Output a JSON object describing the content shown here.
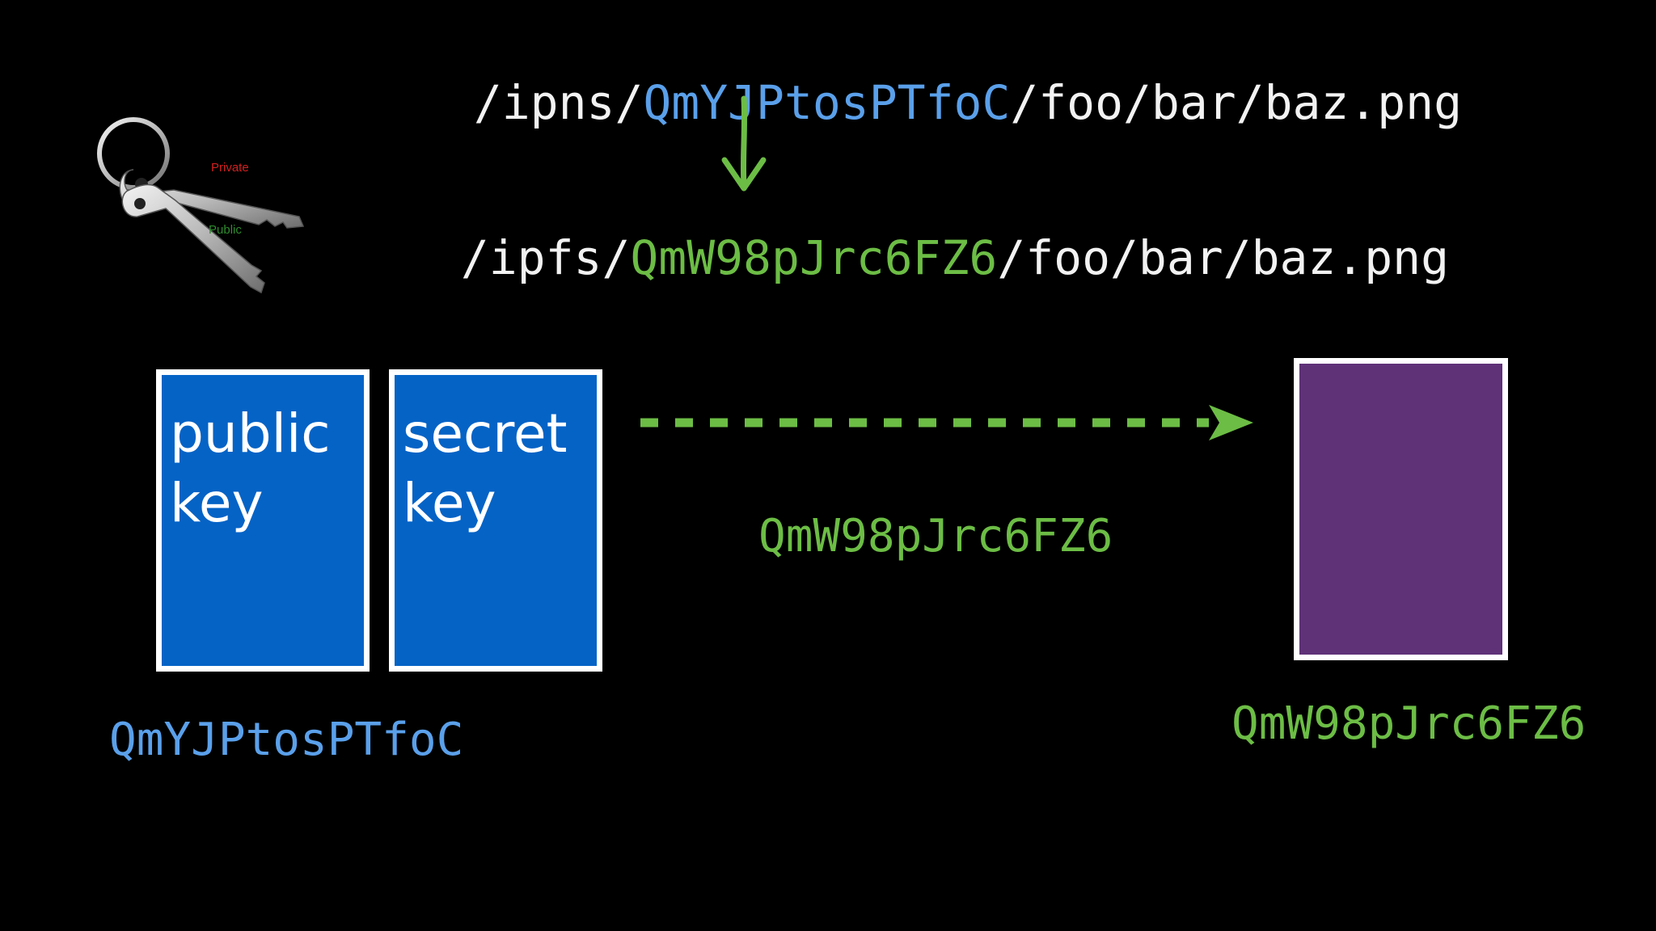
{
  "ipns_path": {
    "prefix": "/ipns/",
    "hash": "QmYJPtosPTfoC",
    "suffix": "/foo/bar/baz.png"
  },
  "ipfs_path": {
    "prefix": "/ipfs/",
    "hash": "QmW98pJrc6FZ6",
    "suffix": "/foo/bar/baz.png"
  },
  "keys_image": {
    "private_label": "Private",
    "public_label": "Public"
  },
  "public_key_box": {
    "label": "public\nkey"
  },
  "secret_key_box": {
    "label": "secret\nkey"
  },
  "arrow_label": "QmW98pJrc6FZ6",
  "public_key_hash": "QmYJPtosPTfoC",
  "object_hash": "QmW98pJrc6FZ6",
  "colors": {
    "background": "#000000",
    "ipns_hash": "#5aa0ea",
    "ipfs_hash": "#6cbd45",
    "key_box": "#0563c6",
    "object_box": "#5f3278",
    "arrow": "#6cbd45"
  }
}
